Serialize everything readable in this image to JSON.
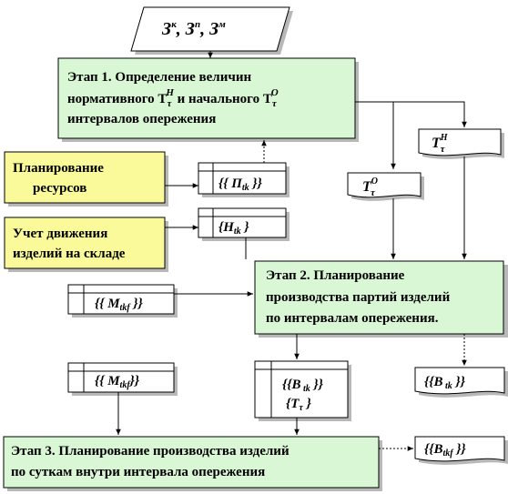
{
  "input_parallelogram": {
    "text1": "З",
    "sup1": "к",
    "text2": ", З",
    "sup2": "п",
    "text3": ",  З",
    "sup3": "м"
  },
  "stage1": {
    "line1": "Этап 1. Определение величин",
    "line2a": "нормативного T",
    "sub_tau1": "τ",
    "sup_h": "H",
    "line2b": " и начального T",
    "sub_tau2": "τ",
    "sup_o": "O",
    "line3": "интервалов опережения"
  },
  "resource_planning": {
    "line1": "Планирование",
    "line2": "ресурсов"
  },
  "inventory_tracking": {
    "line1": "Учет движения",
    "line2": "изделий на складе"
  },
  "doc_tau_h": {
    "base": "T",
    "sup": "H",
    "sub": "τ"
  },
  "doc_tau_o": {
    "base": "T",
    "sup": "O",
    "sub": "τ"
  },
  "store_p": {
    "open": "{{ П",
    "sub": "tk",
    "close": " }}"
  },
  "store_h": {
    "open": "{H",
    "sub": "tk",
    "close": " }"
  },
  "store_m1": {
    "open": "{{ M",
    "sub": "tkf",
    "close": " }}"
  },
  "store_m2": {
    "open": "{{ M",
    "sub": "tkf",
    "close": "}}"
  },
  "store_b": {
    "l1_open": "{{B",
    "l1_sub": " tk",
    "l1_close": " }}",
    "l2_open": "{T",
    "l2_sub": "τ",
    "l2_close": " }"
  },
  "doc_b": {
    "open": "{{B",
    "sub": " tk",
    "close": " }}"
  },
  "doc_btf": {
    "open": "{{B",
    "sub": "tkf",
    "close": " }}"
  },
  "stage2": {
    "line1": "Этап 2. Планирование",
    "line2": "производства партий изделий",
    "line3": "по интервалам опережения."
  },
  "stage3": {
    "line1": "Этап 3. Планирование производства изделий",
    "line2": "по суткам внутри интервала опережения"
  }
}
